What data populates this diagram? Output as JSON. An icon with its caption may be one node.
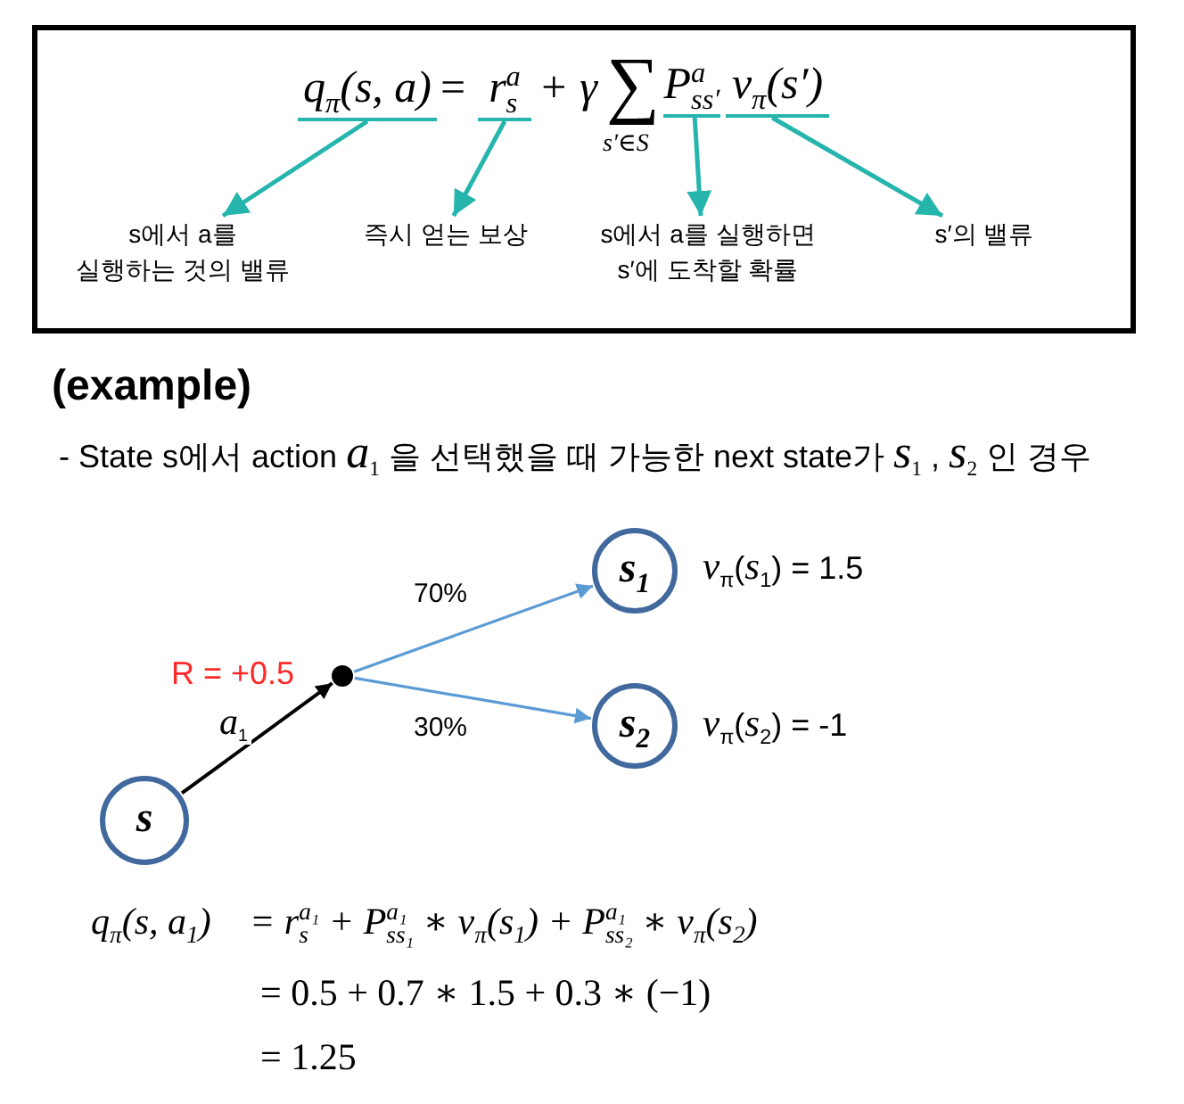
{
  "diagram": {
    "nodes": [
      {
        "text": [],
        "shape": "box"
      },
      {
        "text": [
          "q$_{π}$(s, a)"
        ],
        "in": 0
      },
      {
        "text": [
          "r$_{s}$$^{a}$"
        ],
        "in": 0
      },
      {
        "text": [
          "P$_{ss′}$$^{a}$"
        ],
        "in": 0
      },
      {
        "text": [
          "v$_{π}$(s′)"
        ],
        "in": 0
      },
      {
        "text": [
          "s에서 a를 실행하는 것의 밸류"
        ],
        "in": 0
      },
      {
        "text": [
          "즉시 얻는 보상"
        ],
        "in": 0
      },
      {
        "text": [
          "s에서 a를 실행하면 s′에 도착할 확률"
        ],
        "in": 0
      },
      {
        "text": [
          "s′의 밸류"
        ],
        "in": 0
      },
      {
        "text": [
          "s"
        ]
      },
      {
        "text": [],
        "shape": "dot",
        "beside": [
          "R = +0.5"
        ]
      },
      {
        "text": [
          "s$_{1}$"
        ],
        "beside": [
          "*v*$_{π}$(*s*$_{1}$) = 1.5"
        ]
      },
      {
        "text": [
          "s$_{2}$"
        ],
        "beside": [
          "*v*$_{π}$(*s*$_{2}$) = -1"
        ]
      }
    ],
    "edges": [
      {
        "from": 1,
        "to": 5,
        "arrow": "to"
      },
      {
        "from": 2,
        "to": 6,
        "arrow": "to"
      },
      {
        "from": 3,
        "to": 7,
        "arrow": "to"
      },
      {
        "from": 4,
        "to": 8,
        "arrow": "to"
      },
      {
        "from": 9,
        "to": 10,
        "arrow": "to",
        "label": "*a*$_{1}$",
        "color": "#000000"
      },
      {
        "from": 10,
        "to": 11,
        "arrow": "to",
        "label": "70%",
        "color": "#5b9bd5"
      },
      {
        "from": 10,
        "to": 12,
        "arrow": "to",
        "label": "30%",
        "color": "#5b9bd5"
      }
    ],
    "labels": [
      "=",
      "+ γ",
      "∑",
      "s′∈S",
      "(example)",
      "- State s에서 action *a*$_{1}$ 을 선택했을 때 가능한 next state가 *s*$_{1}$ , *s*$_{2}$ 인 경우",
      "q$_{π}$(s, a$_{1}$)",
      "= r$_{s}$$^{a₁}$ + P$_{ss₁}$$^{a₁}$ ∗ v$_{π}$(s$_{1}$) + P$_{ss₂}$$^{a₁}$ ∗ v$_{π}$(s$_{2}$)",
      "= 0.5 + 0.7 ∗ 1.5 + 0.3 ∗ (−1)",
      "= 1.25"
    ]
  }
}
